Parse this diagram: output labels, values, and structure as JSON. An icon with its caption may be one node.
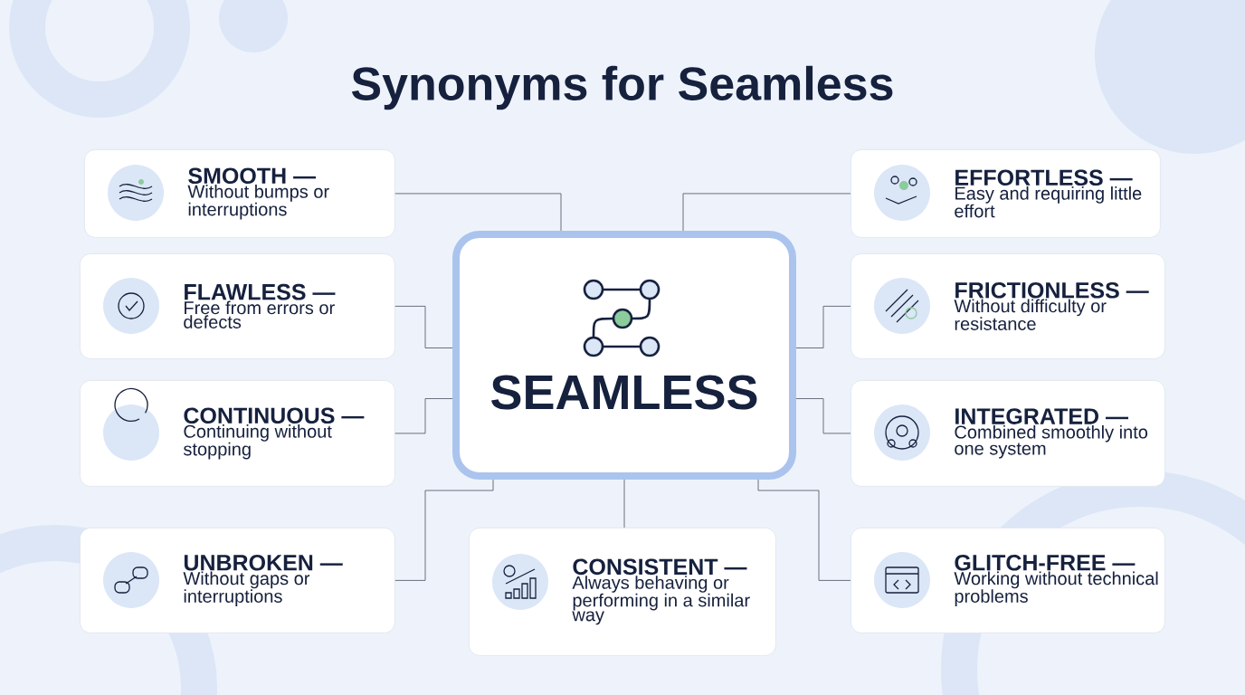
{
  "diagram": {
    "title": "Synonyms for Seamless",
    "nodes": [
      {
        "text": [
          "SEAMLESS"
        ]
      },
      {
        "text": [
          "SMOOTH —",
          "Without bumps or interruptions"
        ]
      },
      {
        "text": [
          "FLAWLESS —",
          "Free from errors or defects"
        ]
      },
      {
        "text": [
          "CONTINUOUS —",
          "Continuing without stopping"
        ]
      },
      {
        "text": [
          "UNBROKEN —",
          "Without gaps or interruptions"
        ]
      },
      {
        "text": [
          "CONSISTENT —",
          "Always behaving or performing in a similar way"
        ]
      },
      {
        "text": [
          "EFFORTLESS —",
          "Easy and requiring little effort"
        ]
      },
      {
        "text": [
          "FRICTIONLESS —",
          "Without difficulty or resistance"
        ]
      },
      {
        "text": [
          "INTEGRATED —",
          "Combined smoothly into one system"
        ]
      },
      {
        "text": [
          "GLITCH-FREE —",
          "Working without technical problems"
        ]
      }
    ],
    "edges": [
      {
        "from": 0,
        "to": 1,
        "arrow": "none"
      },
      {
        "from": 0,
        "to": 2,
        "arrow": "none"
      },
      {
        "from": 0,
        "to": 3,
        "arrow": "none"
      },
      {
        "from": 0,
        "to": 4,
        "arrow": "none"
      },
      {
        "from": 0,
        "to": 5,
        "arrow": "none"
      },
      {
        "from": 0,
        "to": 6,
        "arrow": "none"
      },
      {
        "from": 0,
        "to": 7,
        "arrow": "none"
      },
      {
        "from": 0,
        "to": 8,
        "arrow": "none"
      },
      {
        "from": 0,
        "to": 9,
        "arrow": "none"
      }
    ]
  }
}
